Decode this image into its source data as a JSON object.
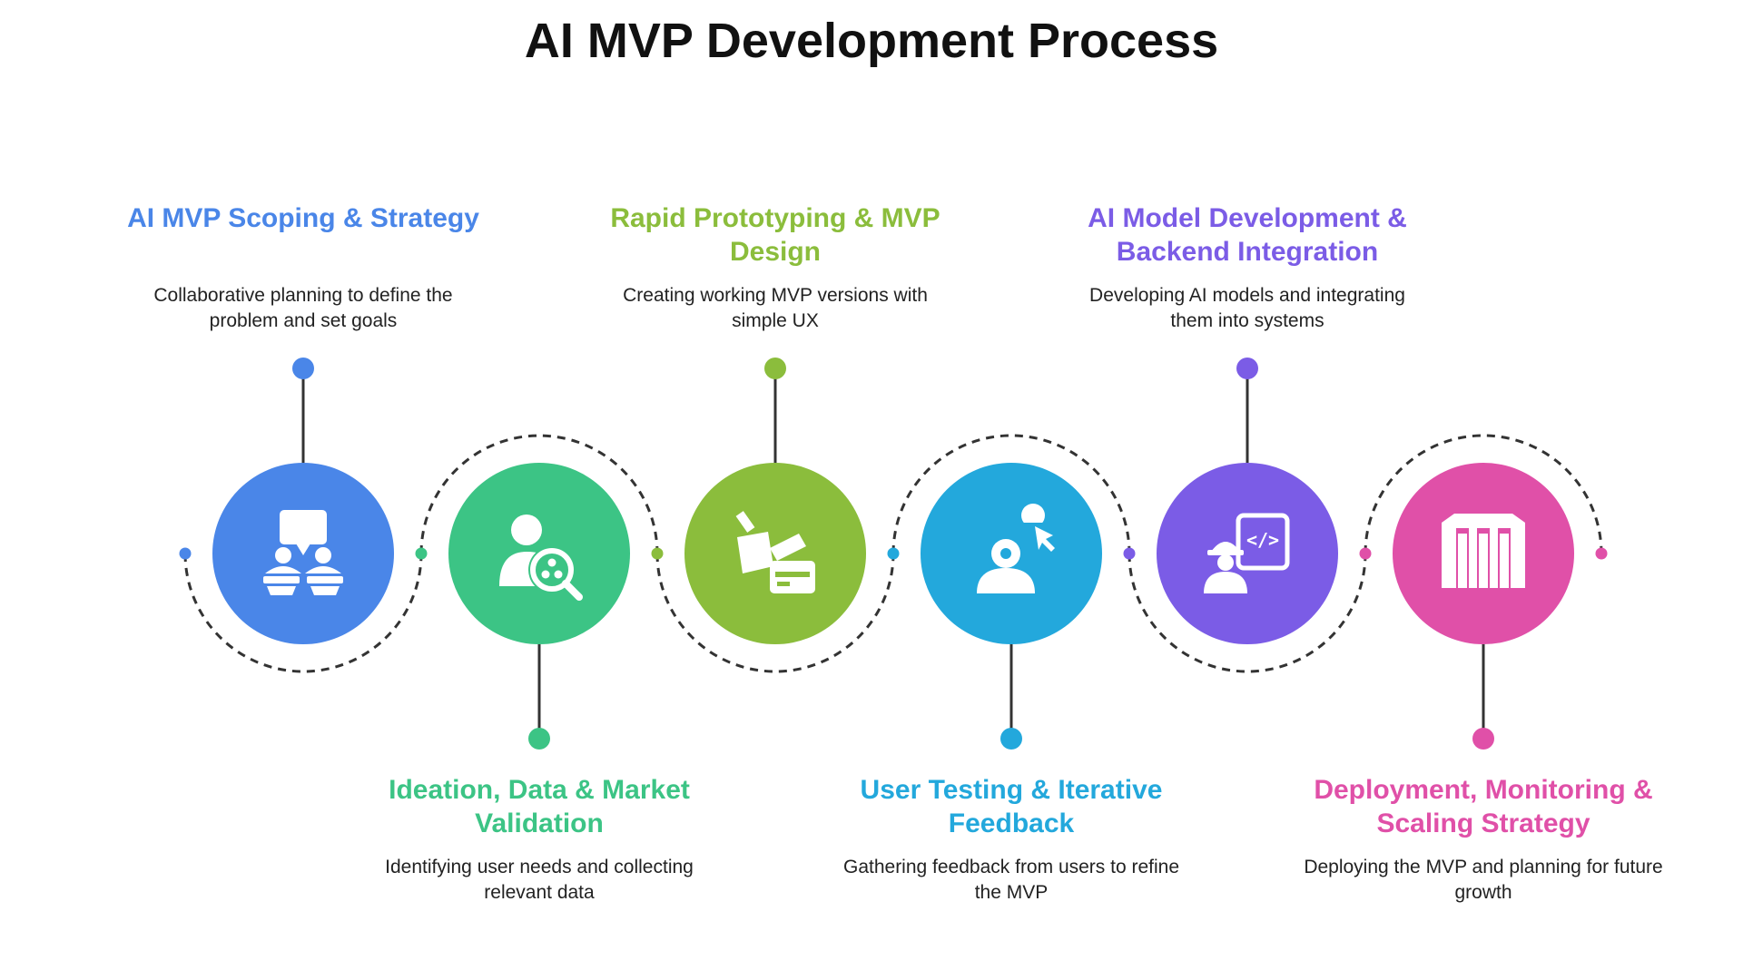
{
  "title": "AI MVP Development Process",
  "steps": [
    {
      "title": "AI MVP Scoping & Strategy",
      "description": "Collaborative planning to define the problem and set goals",
      "color": "#4a86e8",
      "icon": "collaboration-meeting-icon"
    },
    {
      "title": "Ideation, Data & Market Validation",
      "description": "Identifying user needs and collecting relevant data",
      "color": "#3cc485",
      "icon": "user-data-search-icon"
    },
    {
      "title": "Rapid Prototyping & MVP Design",
      "description": "Creating working MVP versions with simple UX",
      "color": "#8bbd3c",
      "icon": "prototype-blocks-icon"
    },
    {
      "title": "User Testing & Iterative Feedback",
      "description": "Gathering feedback from users to refine the MVP",
      "color": "#23a8dc",
      "icon": "user-testing-icon"
    },
    {
      "title": "AI Model Development & Backend Integration",
      "description": "Developing AI models and integrating them into systems",
      "color": "#7b5ce6",
      "icon": "developer-code-icon"
    },
    {
      "title": "Deployment, Monitoring & Scaling Strategy",
      "description": "Deploying the MVP and planning for future growth",
      "color": "#e050a8",
      "icon": "building-deployment-icon"
    }
  ]
}
